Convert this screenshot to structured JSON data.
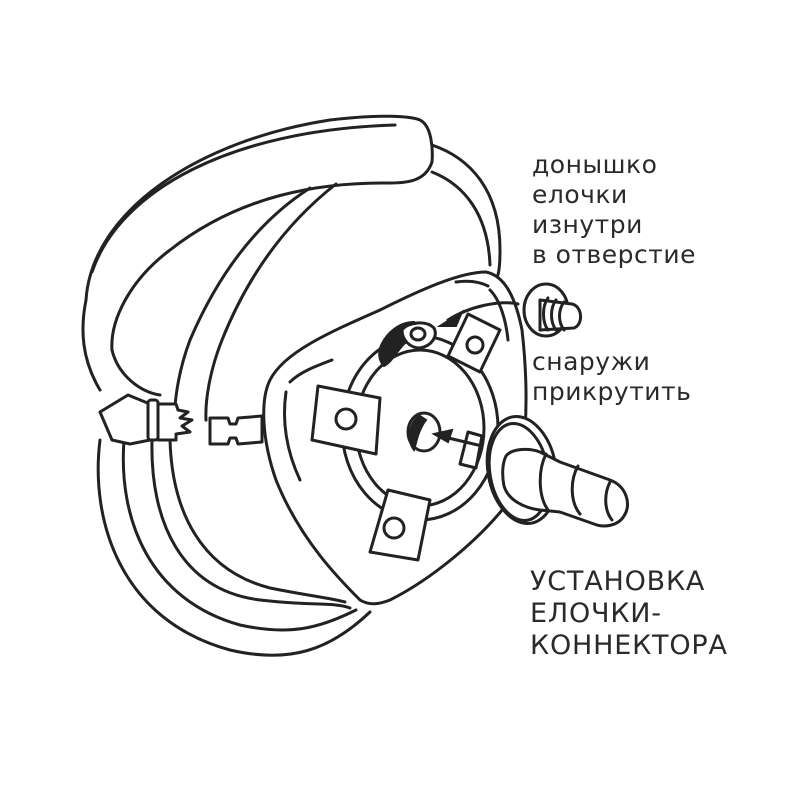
{
  "diagram": {
    "title": {
      "lines": [
        "УСТАНОВКА",
        "ЕЛОЧКИ-",
        "КОННЕКТОРА"
      ]
    },
    "callouts": [
      {
        "id": "inner-base",
        "lines": [
          "донышко",
          "елочки",
          "изнутри",
          "в отверстие"
        ],
        "points_to": "hole-from-inside",
        "arrow": "curved-arrow"
      },
      {
        "id": "outer-screw",
        "lines": [
          "снаружи",
          "прикрутить"
        ],
        "points_to": "center-hole",
        "arrow": "straight-arrow"
      }
    ],
    "parts": [
      "harness-waist-strap",
      "front-pad",
      "o-ring-plate",
      "buckle-male",
      "buckle-female",
      "connector-base-small",
      "connector-plug-large"
    ],
    "colors": {
      "stroke": "#222222",
      "background": "#ffffff",
      "text": "#2a2a2a"
    }
  }
}
